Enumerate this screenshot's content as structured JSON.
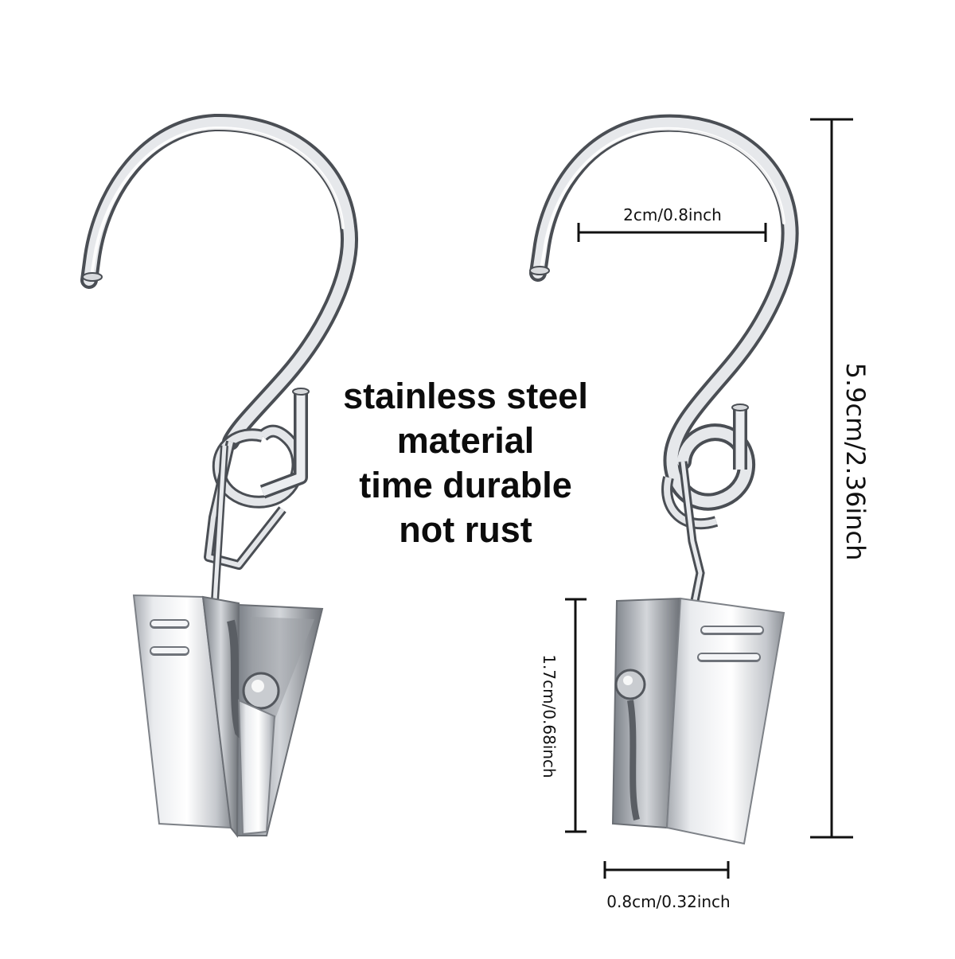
{
  "feature_text": {
    "line1": "stainless steel",
    "line2": "material",
    "line3": "time durable",
    "line4": "not rust"
  },
  "dimensions": {
    "hook_opening": "2cm/0.8inch",
    "total_height": "5.9cm/2.36inch",
    "clip_height": "1.7cm/0.68inch",
    "clip_width": "0.8cm/0.32inch"
  },
  "colors": {
    "background": "#ffffff",
    "metal_light": "#f4f5f7",
    "metal_mid": "#b9bcc1",
    "metal_dark": "#55595f",
    "text": "#0c0c0c"
  }
}
